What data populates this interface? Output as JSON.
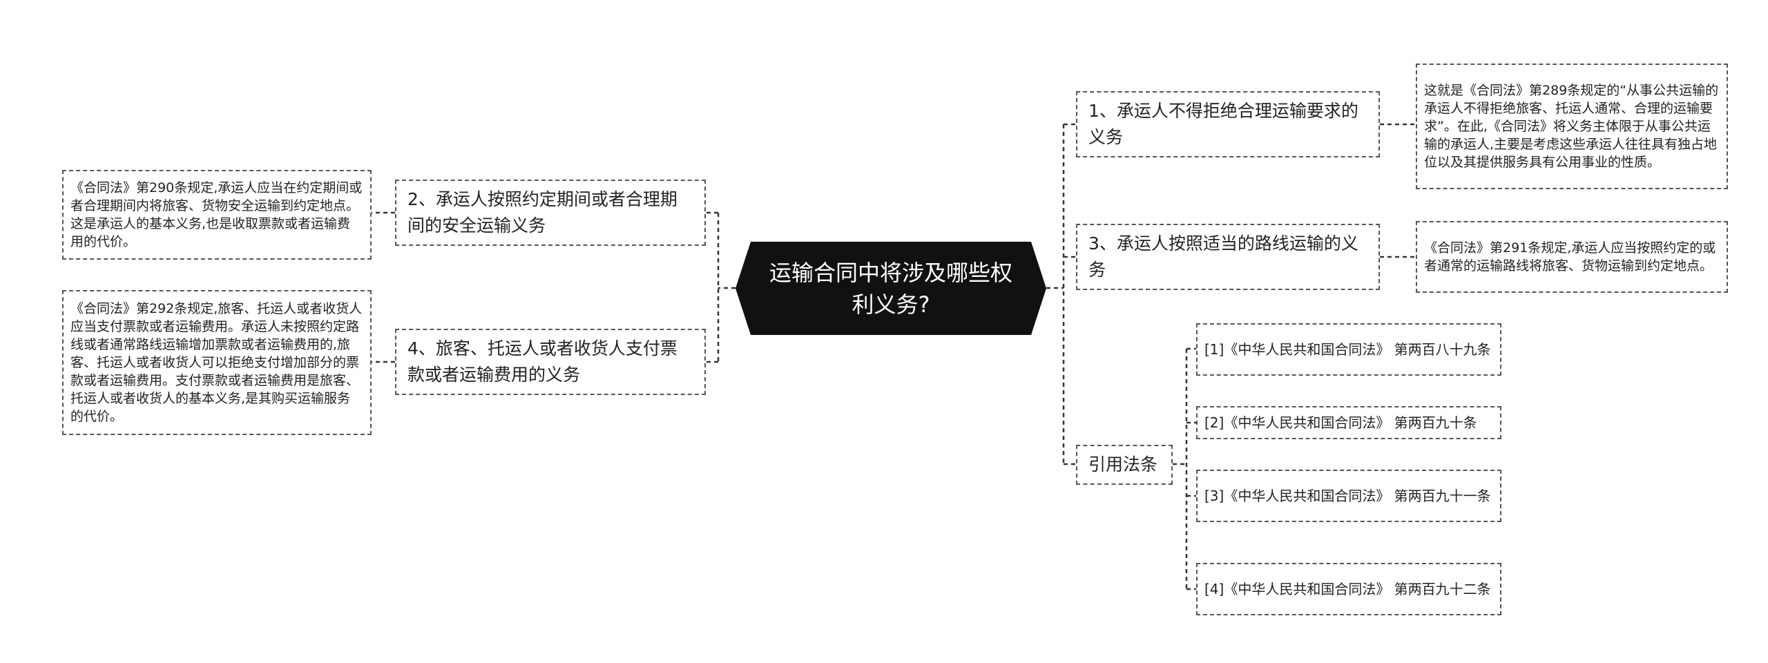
{
  "center": "运输合同中将涉及哪些权利义务?",
  "right": {
    "b1": "1、承运人不得拒绝合理运输要求的义务",
    "b1_note": "这就是《合同法》第289条规定的“从事公共运输的承运人不得拒绝旅客、托运人通常、合理的运输要求”。在此,《合同法》将义务主体限于从事公共运输的承运人,主要是考虑这些承运人往往具有独占地位以及其提供服务具有公用事业的性质。",
    "b3": "3、承运人按照适当的路线运输的义务",
    "b3_note": "《合同法》第291条规定,承运人应当按照约定的或者通常的运输路线将旅客、货物运输到约定地点。",
    "refs_label": "引用法条",
    "refs": [
      "[1]《中华人民共和国合同法》 第两百八十九条",
      "[2]《中华人民共和国合同法》 第两百九十条",
      "[3]《中华人民共和国合同法》 第两百九十一条",
      "[4]《中华人民共和国合同法》 第两百九十二条"
    ]
  },
  "left": {
    "b2": "2、承运人按照约定期间或者合理期间的安全运输义务",
    "b2_note": "《合同法》第290条规定,承运人应当在约定期间或者合理期间内将旅客、货物安全运输到约定地点。这是承运人的基本义务,也是收取票款或者运输费用的代价。",
    "b4": "4、旅客、托运人或者收货人支付票款或者运输费用的义务",
    "b4_note": "《合同法》第292条规定,旅客、托运人或者收货人应当支付票款或者运输费用。承运人未按照约定路线或者通常路线运输增加票款或者运输费用的,旅客、托运人或者收货人可以拒绝支付增加部分的票款或者运输费用。支付票款或者运输费用是旅客、托运人或者收货人的基本义务,是其购买运输服务的代价。"
  }
}
